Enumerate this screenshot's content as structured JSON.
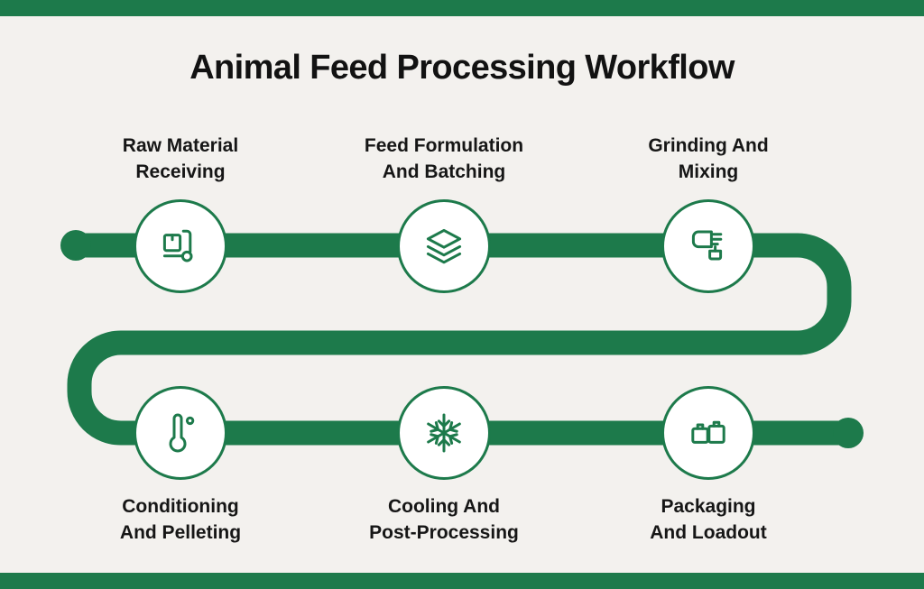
{
  "title": "Animal Feed Processing Workflow",
  "colors": {
    "green": "#1d7a4b",
    "background": "#f3f1ee",
    "node_fill": "#ffffff",
    "text": "#161616"
  },
  "steps": [
    {
      "id": "raw-material-receiving",
      "label": "Raw Material\nReceiving",
      "icon": "hand-truck-icon",
      "row": "top"
    },
    {
      "id": "feed-formulation-batching",
      "label": "Feed Formulation\nAnd Batching",
      "icon": "layers-icon",
      "row": "top"
    },
    {
      "id": "grinding-mixing",
      "label": "Grinding And\nMixing",
      "icon": "grinder-icon",
      "row": "top"
    },
    {
      "id": "conditioning-pelleting",
      "label": "Conditioning\nAnd Pelleting",
      "icon": "thermometer-icon",
      "row": "bottom"
    },
    {
      "id": "cooling-post-processing",
      "label": "Cooling And\nPost-Processing",
      "icon": "snowflake-icon",
      "row": "bottom"
    },
    {
      "id": "packaging-loadout",
      "label": "Packaging\nAnd Loadout",
      "icon": "boxes-icon",
      "row": "bottom"
    }
  ]
}
